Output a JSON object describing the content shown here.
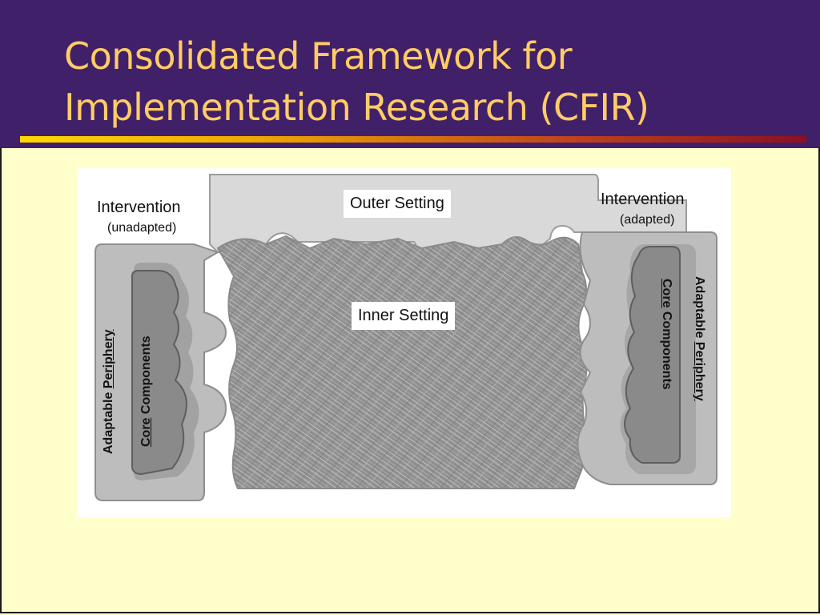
{
  "slide": {
    "title_line1": "Consolidated Framework for",
    "title_line2": "Implementation Research (CFIR)"
  },
  "diagram": {
    "outer_setting": "Outer Setting",
    "inner_setting": "Inner Setting",
    "left": {
      "heading": "Intervention",
      "subheading": "(unadapted)",
      "periphery_prefix": "Adaptable ",
      "periphery_word": "Periphery",
      "core_word": "Core",
      "core_suffix": " Components"
    },
    "right": {
      "heading": "Intervention",
      "subheading": "(adapted)",
      "core_word": "Core",
      "core_suffix": " Components",
      "periphery_prefix": "Adaptable ",
      "periphery_word": "Periphery"
    }
  },
  "colors": {
    "header_bg": "#41206a",
    "title": "#ffcc66",
    "slide_bg": "#ffffcc"
  }
}
